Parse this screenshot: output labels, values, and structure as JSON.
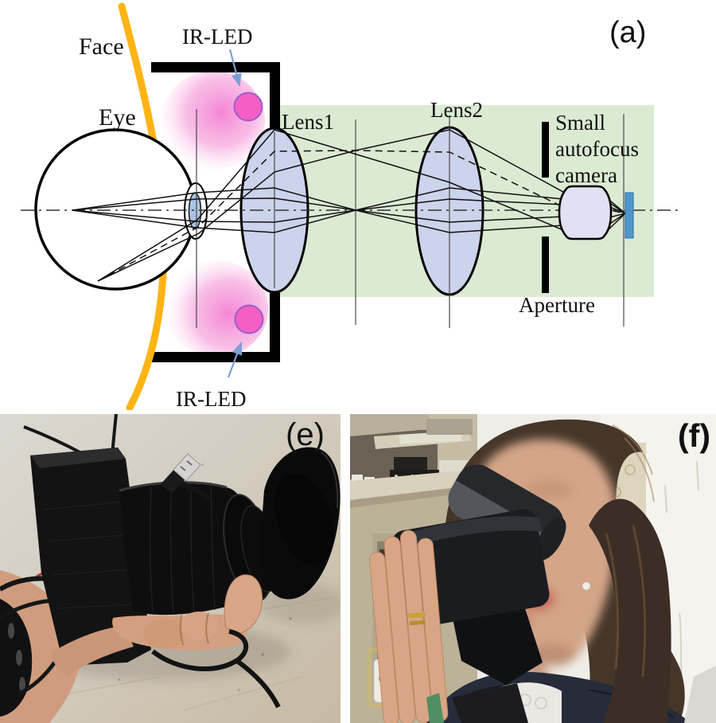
{
  "figure": {
    "panels": {
      "a": {
        "tag": "(a)"
      },
      "e": {
        "tag": "(e)"
      },
      "f": {
        "tag": "(f)"
      }
    }
  },
  "diagram": {
    "labels": {
      "face": "Face",
      "eye": "Eye",
      "ir_led_top": "IR-LED",
      "ir_led_bottom": "IR-LED",
      "lens1": "Lens1",
      "lens2": "Lens2",
      "autofocus_camera": [
        "Small",
        "autofocus",
        "camera"
      ],
      "aperture": "Aperture"
    },
    "colors": {
      "optical_path_background": "#dbead3",
      "lens_fill": "#ccd3ec",
      "eye_lens_fill": "#a9c4e4",
      "ir_led_fill": "#f55fc5",
      "ir_glow": "#f6a8de",
      "face_curve": "#ffb414",
      "annotation_arrow": "#7e9fd4",
      "image_sensor": "#4e96cc",
      "housing_frame": "#000000"
    }
  }
}
